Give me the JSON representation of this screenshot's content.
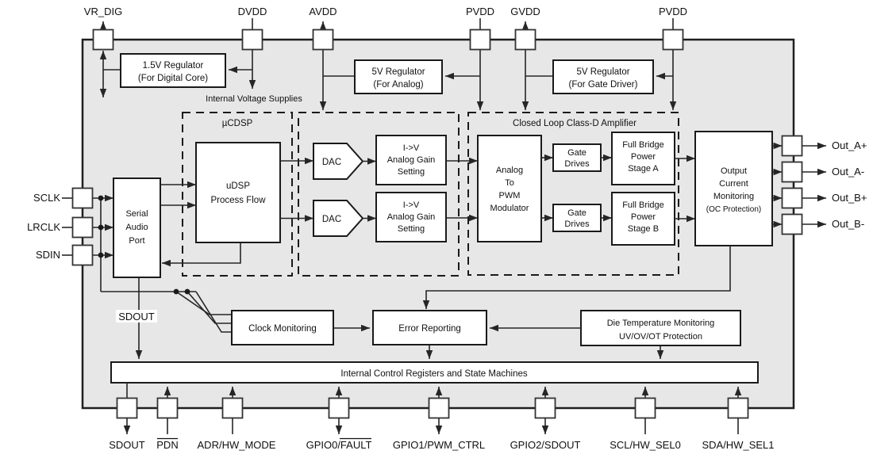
{
  "diagram_type": "ic-functional-block-diagram",
  "colors": {
    "chip_fill": "#e7e7e7",
    "block_fill": "#ffffff",
    "line": "#262626",
    "text": "#111111"
  },
  "pins": {
    "top": [
      {
        "label": "VR_DIG",
        "direction": "out"
      },
      {
        "label": "DVDD",
        "direction": "in"
      },
      {
        "label": "AVDD",
        "direction": "out"
      },
      {
        "label": "PVDD",
        "direction": "in"
      },
      {
        "label": "GVDD",
        "direction": "out"
      },
      {
        "label": "PVDD",
        "direction": "in"
      }
    ],
    "left": [
      {
        "label": "SCLK",
        "direction": "in"
      },
      {
        "label": "LRCLK",
        "direction": "in"
      },
      {
        "label": "SDIN",
        "direction": "in"
      }
    ],
    "right": [
      {
        "label": "Out_A+",
        "direction": "out"
      },
      {
        "label": "Out_A-",
        "direction": "out"
      },
      {
        "label": "Out_B+",
        "direction": "out"
      },
      {
        "label": "Out_B-",
        "direction": "out"
      }
    ],
    "bottom": [
      {
        "label": "SDOUT",
        "direction": "out",
        "overline": "none"
      },
      {
        "label": "PDN",
        "direction": "in",
        "overline": "full"
      },
      {
        "label": "ADR/HW_MODE",
        "direction": "in",
        "overline": "none"
      },
      {
        "label": "GPIO0/FAULT",
        "direction": "bidir",
        "overline": "FAULT"
      },
      {
        "label": "GPIO1/PWM_CTRL",
        "direction": "bidir",
        "overline": "none"
      },
      {
        "label": "GPIO2/SDOUT",
        "direction": "bidir",
        "overline": "none"
      },
      {
        "label": "SCL/HW_SEL0",
        "direction": "in",
        "overline": "none"
      },
      {
        "label": "SDA/HW_SEL1",
        "direction": "in",
        "overline": "none"
      }
    ]
  },
  "labels": {
    "internal_voltage_supplies": "Internal Voltage Supplies",
    "ucdsp": "µCDSP",
    "class_d": "Closed Loop Class-D Amplifier",
    "sdout_internal": "SDOUT"
  },
  "blocks": {
    "reg_digital": {
      "lines": [
        "1.5V Regulator",
        "(For Digital Core)"
      ]
    },
    "reg_analog": {
      "lines": [
        "5V Regulator",
        "(For Analog)"
      ]
    },
    "reg_gate": {
      "lines": [
        "5V Regulator",
        "(For Gate Driver)"
      ]
    },
    "serial_audio_port": {
      "lines": [
        "Serial",
        "Audio",
        "Port"
      ]
    },
    "udsp": {
      "lines": [
        "uDSP",
        "Process Flow"
      ]
    },
    "dac_a": {
      "label": "DAC"
    },
    "dac_b": {
      "label": "DAC"
    },
    "gain_a": {
      "lines": [
        "I->V",
        "Analog Gain",
        "Setting"
      ]
    },
    "gain_b": {
      "lines": [
        "I->V",
        "Analog Gain",
        "Setting"
      ]
    },
    "modulator": {
      "lines": [
        "Analog",
        "To",
        "PWM",
        "Modulator"
      ]
    },
    "gate_drives_a": {
      "lines": [
        "Gate",
        "Drives"
      ]
    },
    "gate_drives_b": {
      "lines": [
        "Gate",
        "Drives"
      ]
    },
    "stage_a": {
      "lines": [
        "Full Bridge",
        "Power",
        "Stage A"
      ]
    },
    "stage_b": {
      "lines": [
        "Full Bridge",
        "Power",
        "Stage B"
      ]
    },
    "ocm": {
      "lines": [
        "Output",
        "Current",
        "Monitoring",
        "(OC Protection)"
      ]
    },
    "clock_monitoring": {
      "label": "Clock Monitoring"
    },
    "error_reporting": {
      "label": "Error Reporting"
    },
    "die_temp": {
      "lines": [
        "Die Temperature Monitoring",
        "UV/OV/OT Protection"
      ]
    },
    "registers": {
      "label": "Internal Control Registers and State Machines"
    }
  }
}
